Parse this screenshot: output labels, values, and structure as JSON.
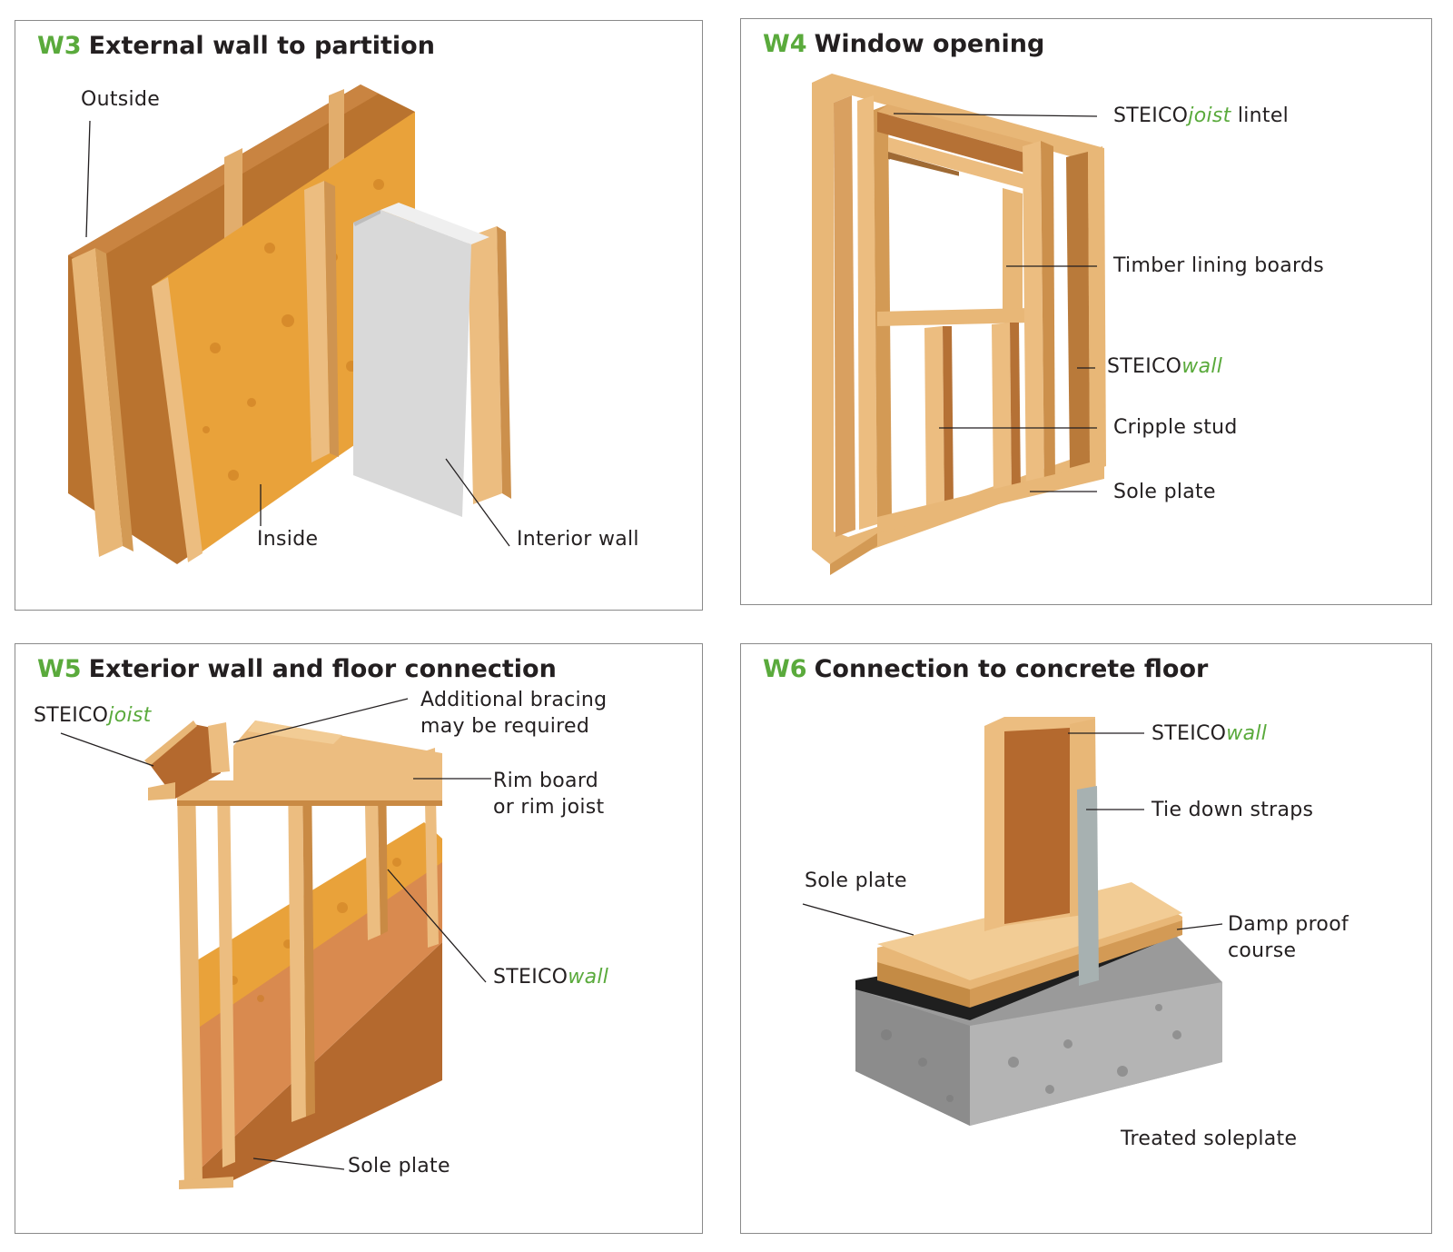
{
  "colors": {
    "brand_green": "#5aaa3c",
    "timber": "#e8b777",
    "fibreboard": "#b4692e",
    "osb": "#e7a23c",
    "plasterboard": "#dcdcdc",
    "concrete": "#9a9a9a"
  },
  "panels": [
    {
      "code": "W3",
      "title": "External wall to partition",
      "labels": {
        "outside": "Outside",
        "inside": "Inside",
        "interior_wall": "Interior wall"
      }
    },
    {
      "code": "W4",
      "title": "Window opening",
      "labels": {
        "lintel_prefix": "STEICO",
        "lintel_italic": "joist",
        "lintel_suffix": " lintel",
        "timber_lining": "Timber lining boards",
        "wall_prefix": "STEICO",
        "wall_italic": "wall",
        "cripple_stud": "Cripple stud",
        "sole_plate": "Sole plate"
      }
    },
    {
      "code": "W5",
      "title": "Exterior wall and floor connection",
      "labels": {
        "joist_prefix": "STEICO",
        "joist_italic": "joist",
        "bracing_line1": "Additional bracing",
        "bracing_line2": "may be required",
        "rim_line1": "Rim board",
        "rim_line2": "or rim joist",
        "wall_prefix": "STEICO",
        "wall_italic": "wall",
        "sole_plate": "Sole plate"
      }
    },
    {
      "code": "W6",
      "title": "Connection to concrete floor",
      "labels": {
        "wall_prefix": "STEICO",
        "wall_italic": "wall",
        "tie_down": "Tie down straps",
        "sole_plate": "Sole plate",
        "damp_line1": "Damp proof",
        "damp_line2": "course",
        "treated": "Treated soleplate"
      }
    }
  ]
}
